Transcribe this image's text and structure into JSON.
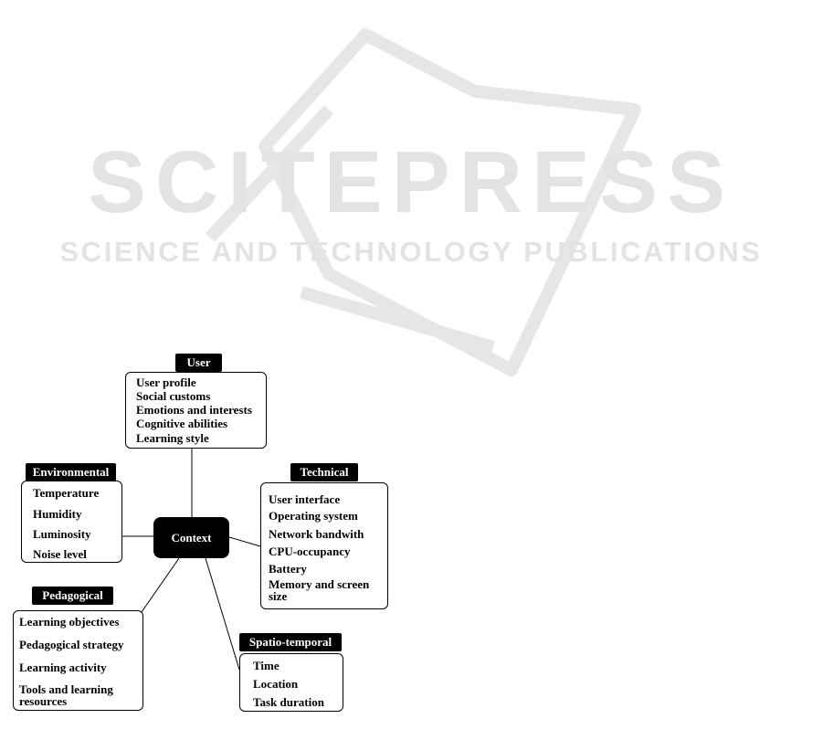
{
  "watermark": {
    "line1": "SCITEPRESS",
    "line2": "SCIENCE AND TECHNOLOGY PUBLICATIONS"
  },
  "center": {
    "label": "Context"
  },
  "groups": {
    "user": {
      "title": "User",
      "items": [
        "User profile",
        "Social customs",
        "Emotions and interests",
        "Cognitive abilities",
        "Learning style"
      ]
    },
    "environmental": {
      "title": "Environmental",
      "items": [
        "Temperature",
        "Humidity",
        "Luminosity",
        "Noise level"
      ]
    },
    "technical": {
      "title": "Technical",
      "items": [
        "User interface",
        "Operating system",
        "Network bandwith",
        "CPU-occupancy",
        "Battery",
        "Memory and screen size"
      ]
    },
    "pedagogical": {
      "title": "Pedagogical",
      "items": [
        "Learning objectives",
        "Pedagogical strategy",
        "Learning activity",
        "Tools and learning resources"
      ]
    },
    "spatiotemporal": {
      "title": "Spatio-temporal",
      "items": [
        "Time",
        "Location",
        "Task duration"
      ]
    }
  }
}
